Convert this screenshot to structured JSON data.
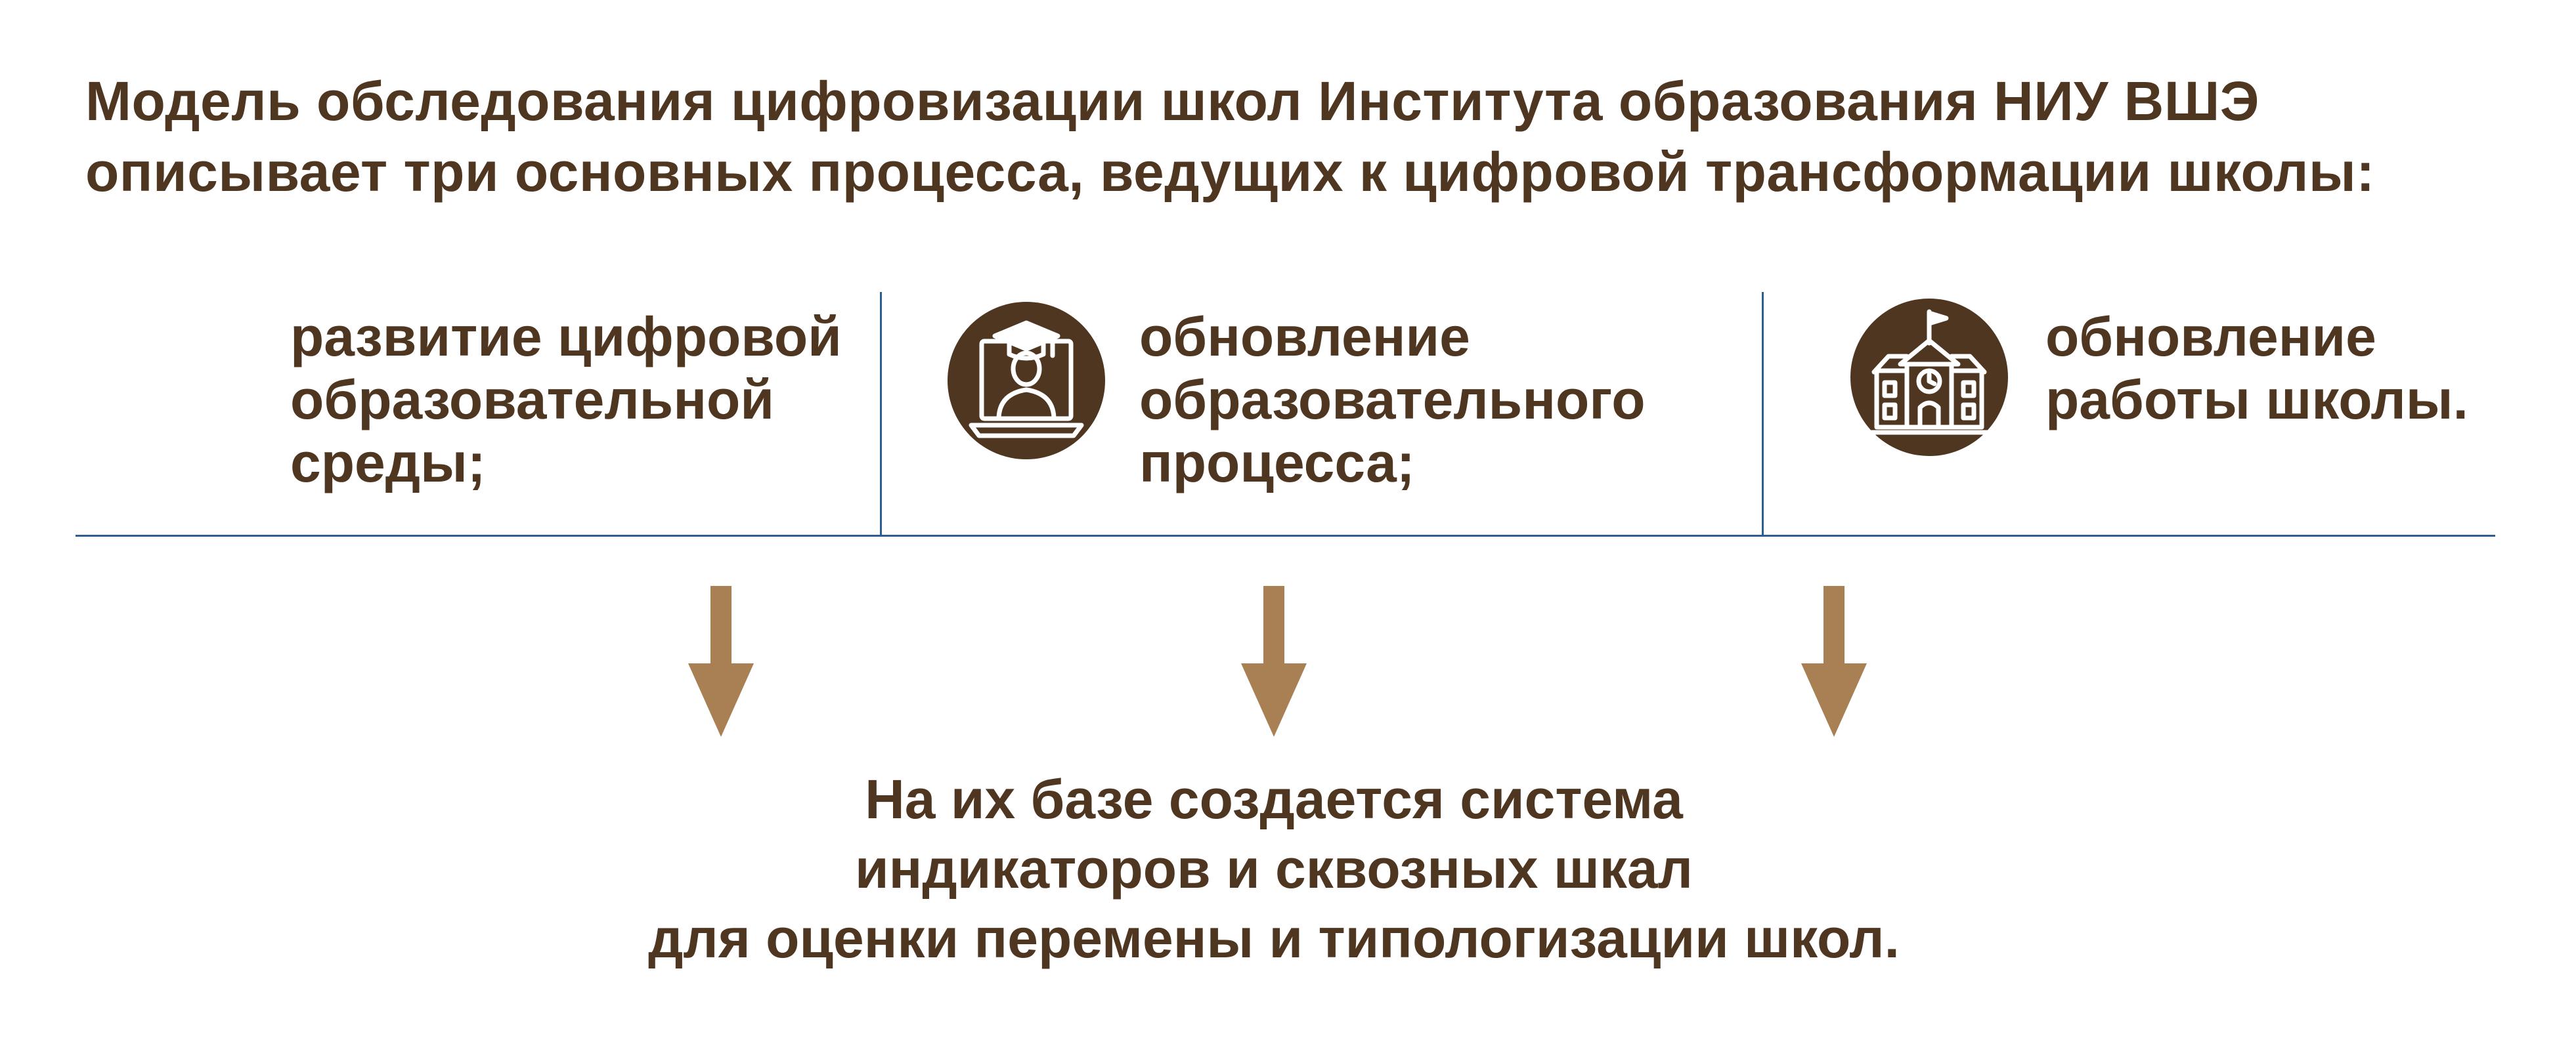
{
  "intro": {
    "line1": "Модель обследования цифровизации школ Института образования НИУ ВШЭ",
    "line2": "описывает три основных процесса, ведущих к цифровой трансформации школы:"
  },
  "processes": [
    {
      "lines": [
        "развитие цифровой",
        "образовательной",
        "среды;"
      ],
      "icon": ""
    },
    {
      "lines": [
        "обновление",
        "образовательного",
        "процесса;"
      ],
      "icon": "graduate-laptop-icon"
    },
    {
      "lines": [
        "обновление",
        "работы школы."
      ],
      "icon": "school-building-icon"
    }
  ],
  "conclusion": {
    "line1": "На их базе создается система",
    "line2": "индикаторов и сквозных шкал",
    "line3": "для оценки перемены и типологизации школ."
  },
  "colors": {
    "text": "#4f3620",
    "arrow": "#a98054",
    "rule": "#2d5d93",
    "icon_bg": "#4f3620"
  }
}
